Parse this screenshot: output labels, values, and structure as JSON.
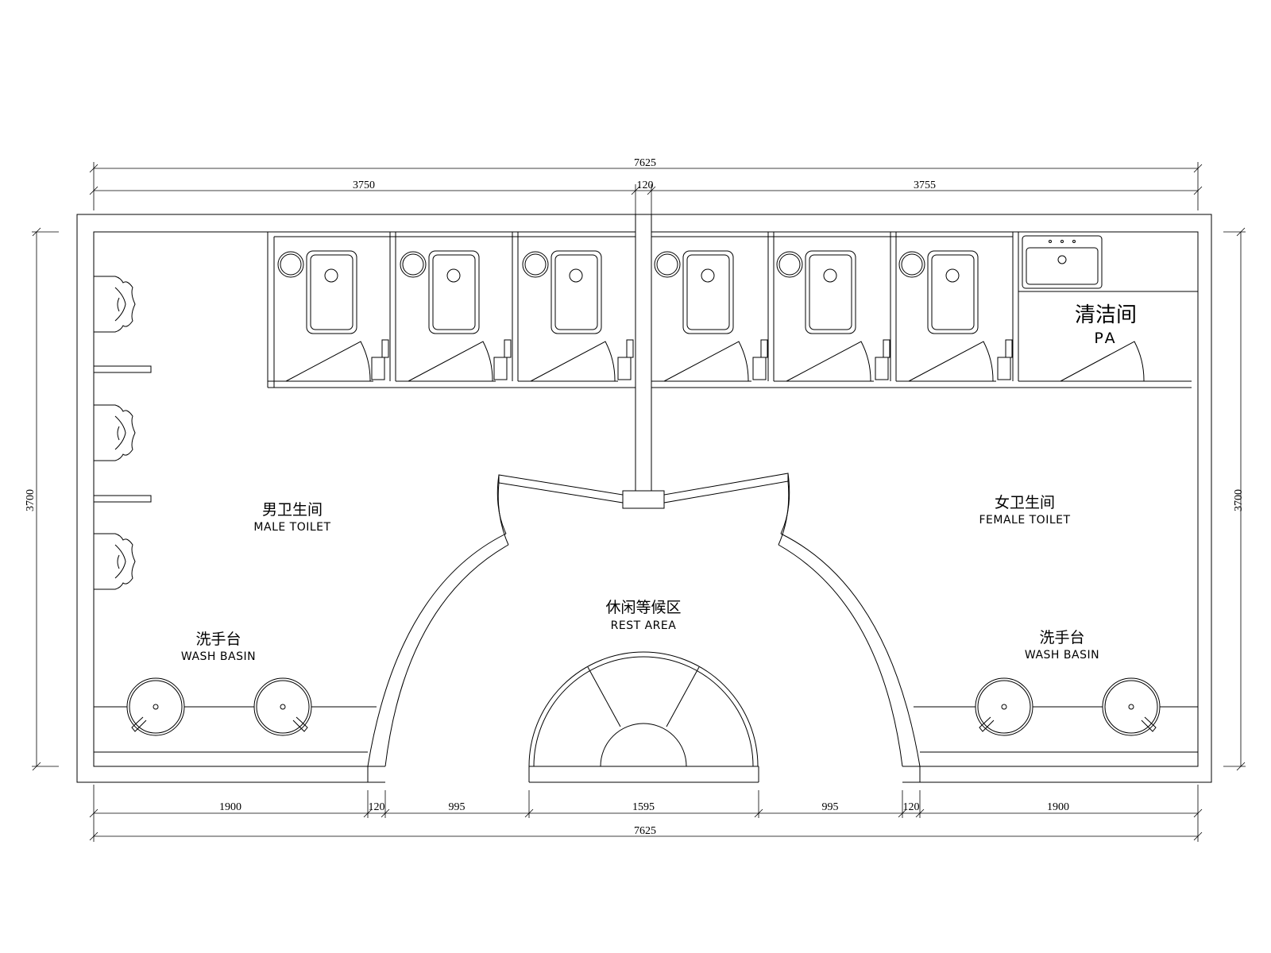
{
  "dimensions": {
    "top_total": "7625",
    "top_left": "3750",
    "top_mid": "120",
    "top_right": "3755",
    "left_height": "3700",
    "right_height": "3700",
    "bottom": [
      "1900",
      "120",
      "995",
      "1595",
      "995",
      "120",
      "1900"
    ],
    "bottom_total": "7625"
  },
  "rooms": {
    "male_cn": "男卫生间",
    "male_en": "MALE TOILET",
    "female_cn": "女卫生间",
    "female_en": "FEMALE TOILET",
    "rest_cn": "休闲等候区",
    "rest_en": "REST AREA",
    "wash_left_cn": "洗手台",
    "wash_left_en": "WASH BASIN",
    "wash_right_cn": "洗手台",
    "wash_right_en": "WASH BASIN",
    "cleaning_cn": "清洁间",
    "cleaning_en": "PA"
  }
}
